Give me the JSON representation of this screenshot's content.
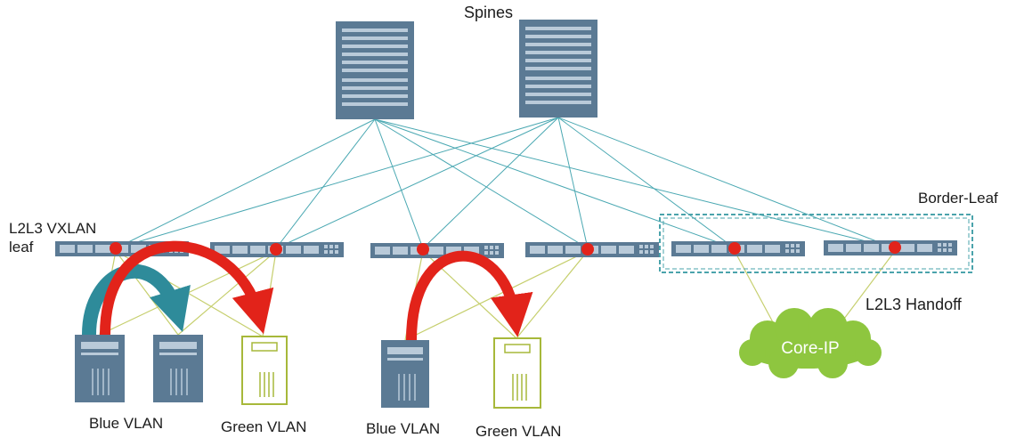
{
  "labels": {
    "spines": "Spines",
    "leaf": [
      "L2L3 VXLAN",
      "leaf"
    ],
    "border_leaf": "Border-Leaf",
    "handoff": "L2L3 Handoff",
    "core": "Core-IP",
    "blue_vlan": "Blue VLAN",
    "green_vlan": "Green VLAN"
  },
  "colors": {
    "device": "#5b7a94",
    "device_light": "#b9cad9",
    "fabric_link": "#4aa8b2",
    "access_link": "#c6cf6e",
    "red": "#e2231a",
    "teal_arrow": "#2e8b9a",
    "green_server": "#a7b83a",
    "cloud": "#8ec63f",
    "border_box": "#4aa3ab"
  },
  "icons": [
    "spine-switch-icon",
    "leaf-switch-icon",
    "blue-server-icon",
    "green-server-icon",
    "cloud-icon",
    "vtep-dot-icon"
  ]
}
